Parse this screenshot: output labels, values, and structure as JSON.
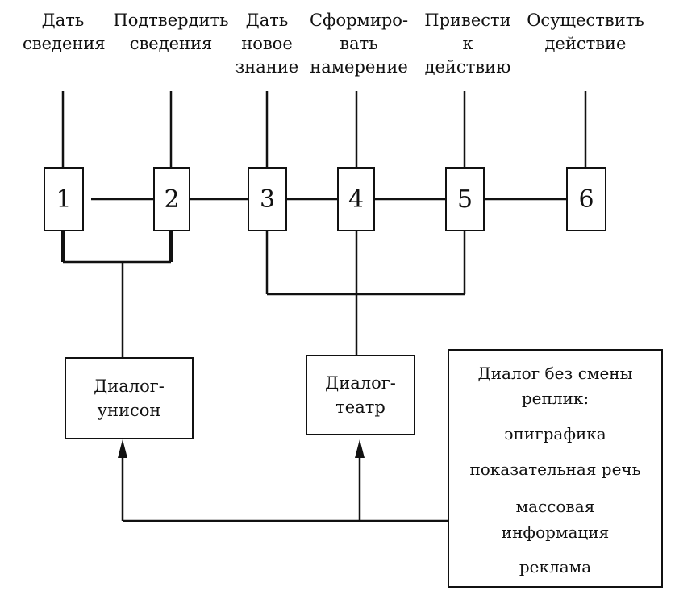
{
  "top_labels": [
    [
      "Дать",
      "сведения"
    ],
    [
      "Подтвердить",
      "сведения"
    ],
    [
      "Дать",
      "новое",
      "знание"
    ],
    [
      "Сформиро-",
      "вать",
      "намерение"
    ],
    [
      "Привести",
      "к",
      "действию"
    ],
    [
      "Осуществить",
      "действие"
    ]
  ],
  "stages": [
    "1",
    "2",
    "3",
    "4",
    "5",
    "6"
  ],
  "dialog_unison": [
    "Диалог-",
    "унисон"
  ],
  "dialog_theatre": [
    "Диалог-",
    "театр"
  ],
  "dialog_no_change": {
    "title": [
      "Диалог без смены",
      "реплик:"
    ],
    "items": [
      "эпиграфика",
      "показательная речь",
      "массовая",
      "информация",
      "реклама"
    ]
  }
}
